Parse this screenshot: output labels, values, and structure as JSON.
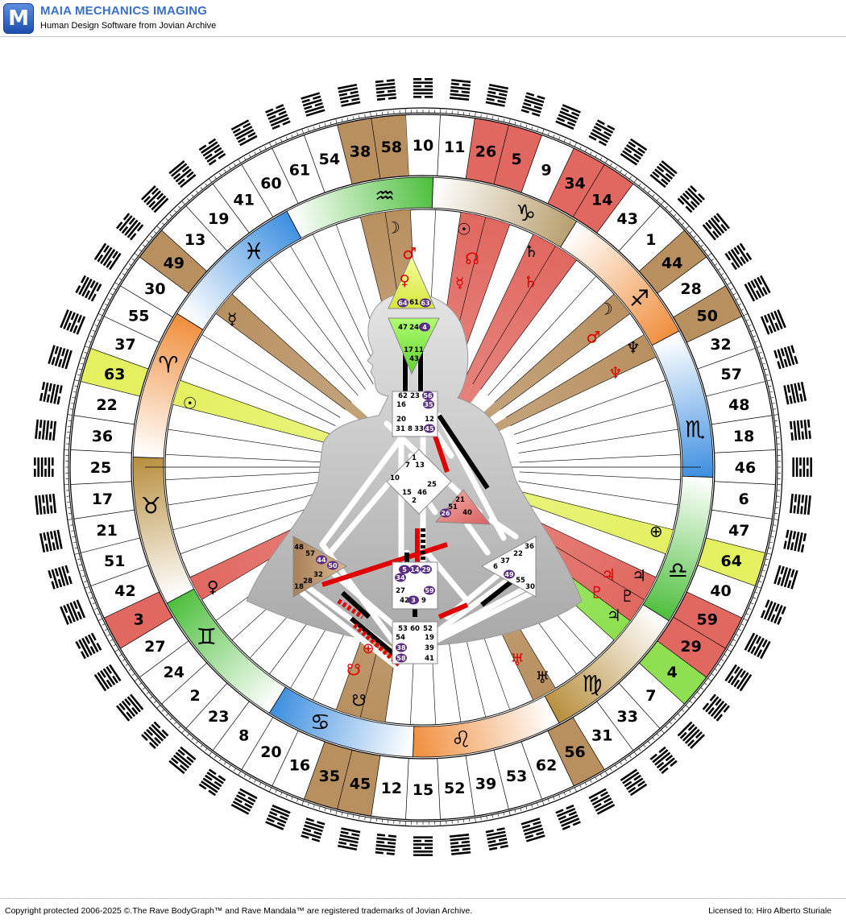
{
  "app": {
    "logo_letter": "M",
    "title": "MAIA MECHANICS IMAGING",
    "subtitle": "Human Design Software from Jovian Archive"
  },
  "footer": {
    "copyright": "Copyright protected 2006-2025 ©.The Rave BodyGraph™ and Rave Mandala™ are registered trademarks of Jovian Archive.",
    "license": "Licensed to: Hiro Alberto Sturiale"
  },
  "wheel": {
    "gates_clockwise_from_top": [
      "10",
      "11",
      "26",
      "5",
      "9",
      "34",
      "14",
      "43",
      "1",
      "44",
      "28",
      "50",
      "32",
      "57",
      "48",
      "18",
      "46",
      "6",
      "47",
      "64",
      "40",
      "59",
      "29",
      "4",
      "7",
      "33",
      "31",
      "56",
      "62",
      "53",
      "39",
      "52",
      "15",
      "12",
      "45",
      "35",
      "16",
      "20",
      "8",
      "23",
      "2",
      "24",
      "27",
      "3",
      "42",
      "51",
      "21",
      "17",
      "25",
      "36",
      "22",
      "63",
      "37",
      "55",
      "30",
      "49",
      "13",
      "19",
      "41",
      "60",
      "61",
      "54",
      "38",
      "58"
    ],
    "highlighted_gates": {
      "26": "#e06860",
      "5": "#e06860",
      "34": "#e06860",
      "14": "#e06860",
      "59": "#e06860",
      "29": "#e06860",
      "3": "#e06860",
      "44": "#b89060",
      "50": "#b89060",
      "56": "#b89060",
      "35": "#b89060",
      "45": "#b89060",
      "49": "#b89060",
      "38": "#b89060",
      "58": "#b89060",
      "64": "#e4f060",
      "63": "#e4f060",
      "4": "#8ee050"
    },
    "signs": [
      {
        "glyph": "♑",
        "color": "#b8a070"
      },
      {
        "glyph": "♐",
        "color": "#f09040"
      },
      {
        "glyph": "♏",
        "color": "#4090e0"
      },
      {
        "glyph": "♎",
        "color": "#50c040"
      },
      {
        "glyph": "♍",
        "color": "#b89040"
      },
      {
        "glyph": "♌",
        "color": "#f09040"
      },
      {
        "glyph": "♋",
        "color": "#4090e0"
      },
      {
        "glyph": "♊",
        "color": "#50c040"
      },
      {
        "glyph": "♉",
        "color": "#b89040"
      },
      {
        "glyph": "♈",
        "color": "#f09040"
      },
      {
        "glyph": "♓",
        "color": "#4090e0"
      },
      {
        "glyph": "♒",
        "color": "#50c040"
      }
    ],
    "activations": [
      {
        "gate": "26",
        "personality": "☉",
        "design": "☊",
        "design_extra": "☿"
      },
      {
        "gate": "34",
        "personality": "♄",
        "design": "♄"
      },
      {
        "gate": "44",
        "personality": "☽",
        "design": "♂"
      },
      {
        "gate": "50",
        "personality": "♆",
        "design": "♆"
      },
      {
        "gate": "64",
        "personality": "⊕",
        "design": ""
      },
      {
        "gate": "59",
        "personality": "♃",
        "design": "♃"
      },
      {
        "gate": "29",
        "personality": "♇",
        "design": "♇"
      },
      {
        "gate": "4",
        "personality": "♃",
        "design": ""
      },
      {
        "gate": "56",
        "personality": "♅",
        "design": "♅"
      },
      {
        "gate": "35",
        "personality": "☋",
        "design": "☋",
        "design_extra": "⊕"
      },
      {
        "gate": "3",
        "personality": "♀",
        "design": ""
      },
      {
        "gate": "63",
        "personality": "☉",
        "design": ""
      },
      {
        "gate": "49",
        "personality": "☿",
        "design": ""
      },
      {
        "gate": "58",
        "personality": "☽",
        "design": "♂",
        "design_extra": "♀"
      }
    ]
  },
  "bodygraph": {
    "head_gates": [
      "64",
      "61",
      "63"
    ],
    "ajna_gates": [
      "47",
      "24",
      "4",
      "17",
      "11",
      "43"
    ],
    "throat_gates": [
      "62",
      "23",
      "56",
      "16",
      "35",
      "20",
      "12",
      "31",
      "8",
      "33",
      "45"
    ],
    "g_gates": [
      "1",
      "7",
      "13",
      "10",
      "25",
      "15",
      "46",
      "2"
    ],
    "ego_gates": [
      "21",
      "51",
      "26",
      "40"
    ],
    "spleen_gates": [
      "48",
      "57",
      "44",
      "50",
      "32",
      "28",
      "18"
    ],
    "sacral_gates": [
      "5",
      "14",
      "29",
      "34",
      "27",
      "59",
      "42",
      "3",
      "9"
    ],
    "solar_gates": [
      "36",
      "22",
      "37",
      "6",
      "49",
      "55",
      "30"
    ],
    "root_gates": [
      "53",
      "60",
      "52",
      "54",
      "19",
      "38",
      "39",
      "58",
      "41"
    ]
  }
}
